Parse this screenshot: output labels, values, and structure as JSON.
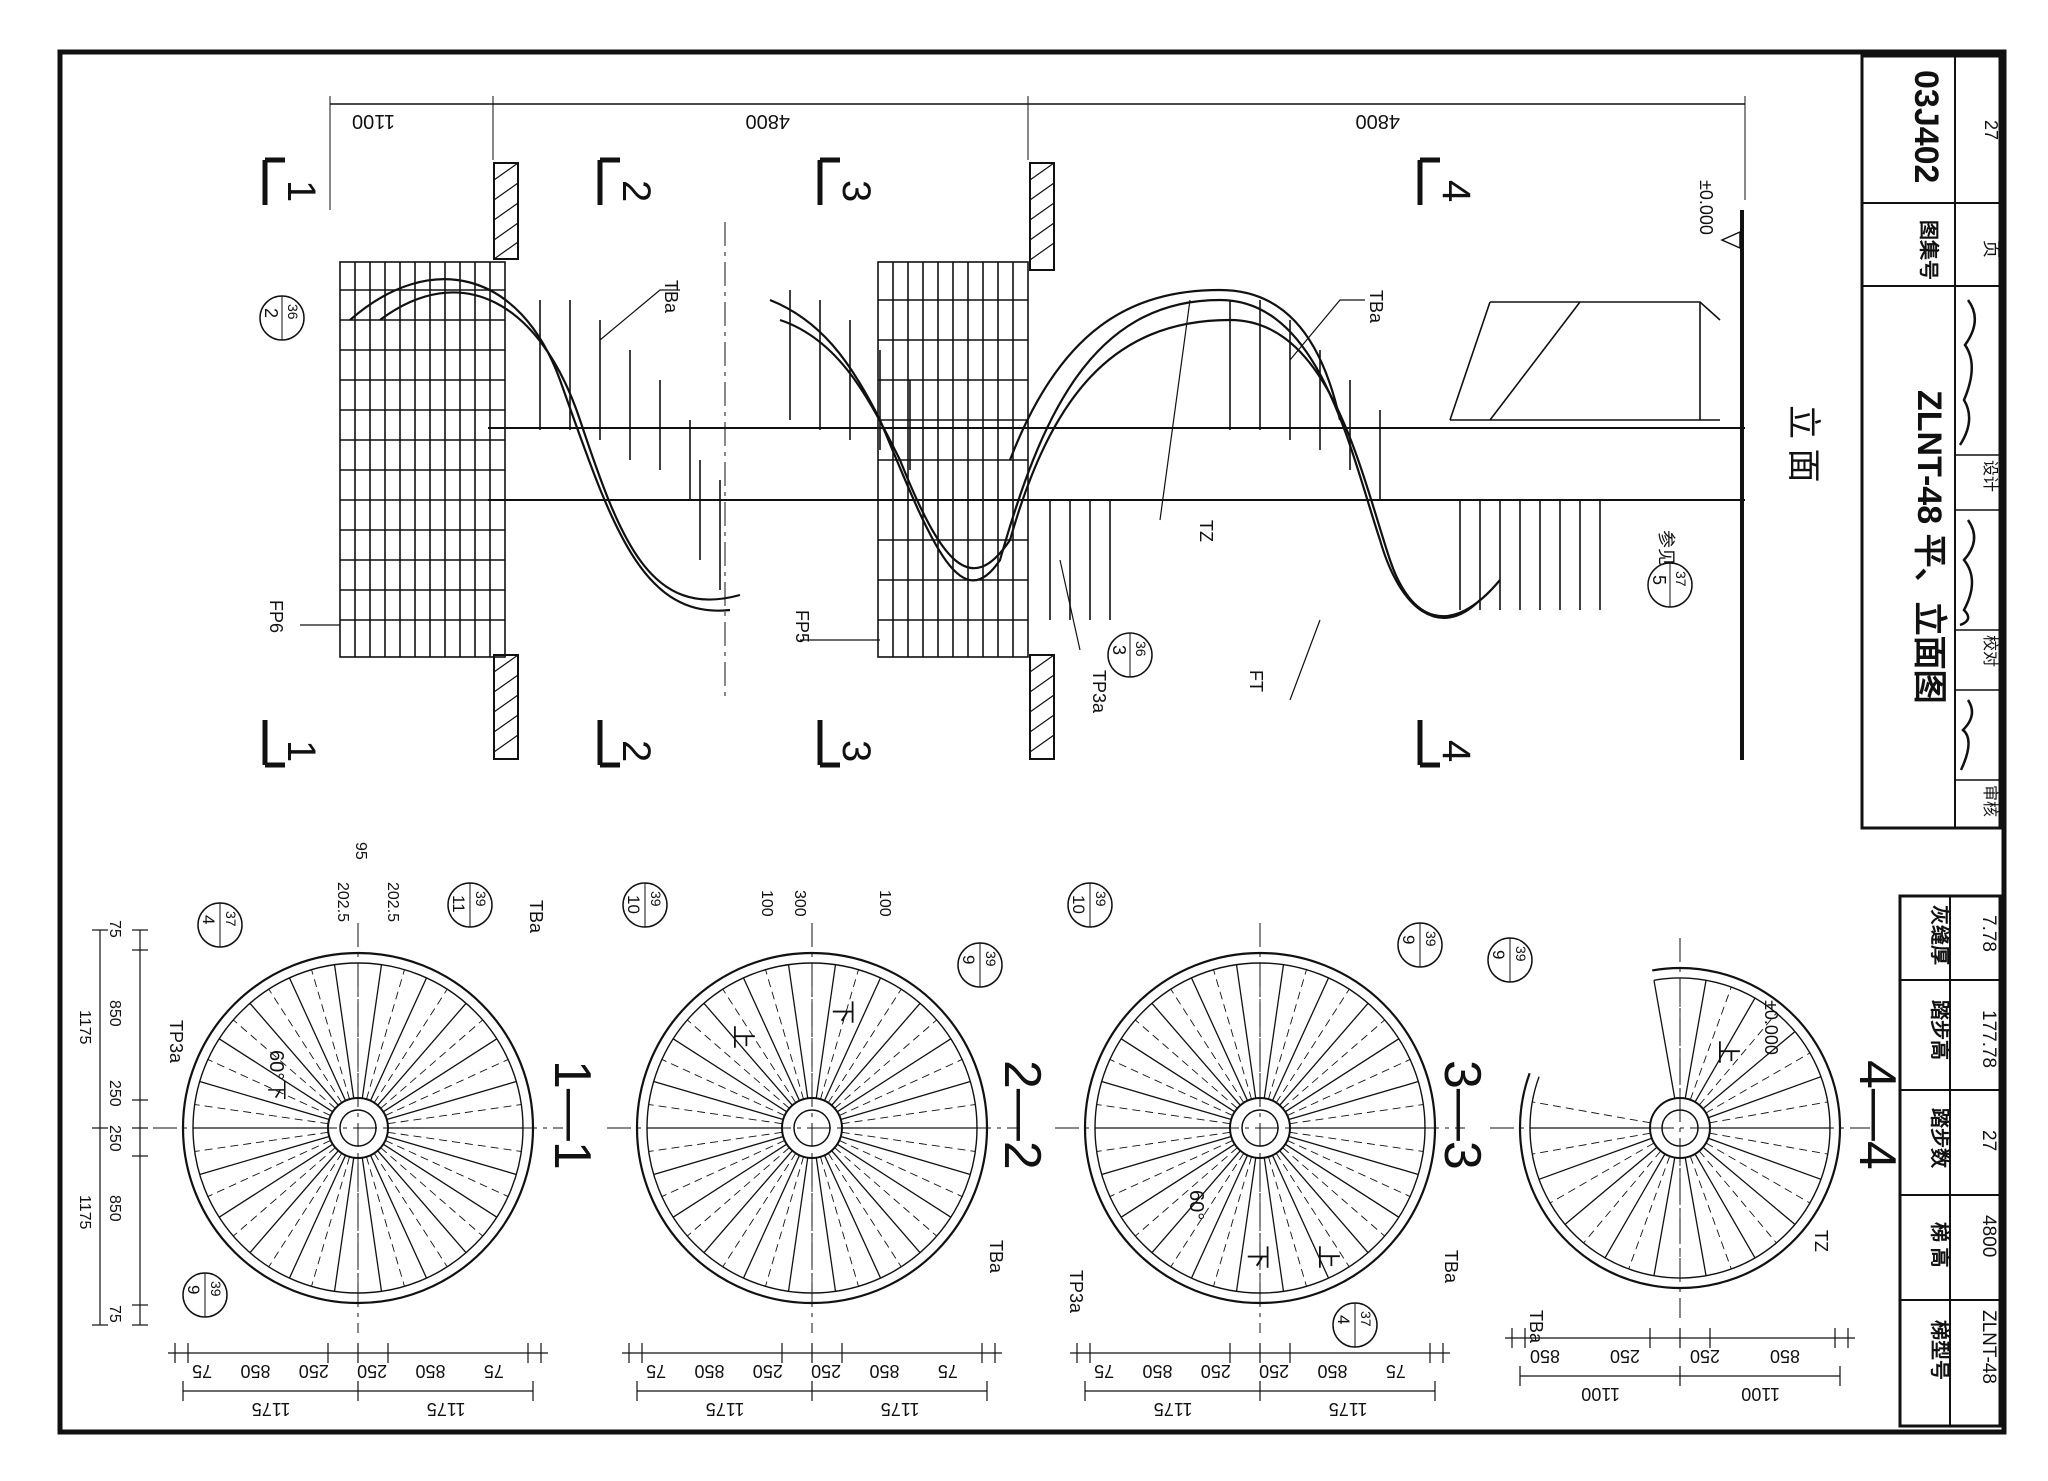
{
  "title_block": {
    "atlas_label": "图集号",
    "atlas_no": "03J402",
    "page_label": "页",
    "page_no": "27",
    "drawing_title": "ZLNT-48 平、立面图",
    "review_label": "审核",
    "check_label": "校对",
    "design_label": "设计"
  },
  "elevation": {
    "caption": "立 面",
    "dims": [
      "1100",
      "4800",
      "4800"
    ],
    "level": "±0.000",
    "section_marks": [
      "1",
      "2",
      "3",
      "4"
    ],
    "labels": {
      "tba": "TBa",
      "fp6": "FP6",
      "fp5": "FP5",
      "tp3a": "TP3a",
      "tz": "TZ",
      "ft": "FT",
      "see": "参见"
    },
    "callouts": [
      {
        "num": "2",
        "sheet": "36"
      },
      {
        "num": "3",
        "sheet": "36"
      },
      {
        "num": "5",
        "sheet": "37"
      }
    ]
  },
  "plans": [
    {
      "name": "1—1",
      "dims_bottom": [
        "75",
        "850",
        "250",
        "250",
        "850",
        "75"
      ],
      "dims_overall": [
        "1175",
        "1175"
      ],
      "dims_left": [
        "75",
        "850",
        "250",
        "250",
        "850",
        "75"
      ],
      "dims_left_overall": [
        "1175",
        "1175"
      ],
      "dims_top": [
        "202.5",
        "202.5",
        "95"
      ],
      "angle": "60°下",
      "labels": [
        "TP3a",
        "TBa"
      ],
      "callouts": [
        {
          "num": "4",
          "sheet": "37"
        },
        {
          "num": "11",
          "sheet": "39"
        },
        {
          "num": "9",
          "sheet": "39"
        }
      ]
    },
    {
      "name": "2—2",
      "dims_bottom": [
        "75",
        "850",
        "250",
        "250",
        "850",
        "75"
      ],
      "dims_overall": [
        "1175",
        "1175"
      ],
      "dims_top": [
        "100",
        "300",
        "100"
      ],
      "arrows": [
        "上",
        "下"
      ],
      "labels": [
        "TBa"
      ],
      "callouts": [
        {
          "num": "10",
          "sheet": "39"
        },
        {
          "num": "9",
          "sheet": "39"
        }
      ]
    },
    {
      "name": "3—3",
      "dims_bottom": [
        "75",
        "850",
        "250",
        "250",
        "850",
        "75"
      ],
      "dims_overall": [
        "1175",
        "1175"
      ],
      "angle": "60°",
      "arrows": [
        "上",
        "下"
      ],
      "labels": [
        "TP3a",
        "TBa"
      ],
      "callouts": [
        {
          "num": "10",
          "sheet": "39"
        },
        {
          "num": "9",
          "sheet": "39"
        },
        {
          "num": "4",
          "sheet": "37"
        }
      ]
    },
    {
      "name": "4—4",
      "dims_bottom": [
        "850",
        "250",
        "250",
        "850"
      ],
      "dims_overall": [
        "1100",
        "1100"
      ],
      "level": "±0.000",
      "arrows": [
        "上"
      ],
      "labels": [
        "TBa",
        "TZ"
      ],
      "callouts": [
        {
          "num": "9",
          "sheet": "39"
        }
      ]
    }
  ],
  "spec_table": {
    "headers": [
      "梯型号",
      "梯 高",
      "踏步数",
      "踏步高",
      "灰缝厚"
    ],
    "row": [
      "ZLNT-48",
      "4800",
      "27",
      "177.78",
      "7.78"
    ]
  }
}
